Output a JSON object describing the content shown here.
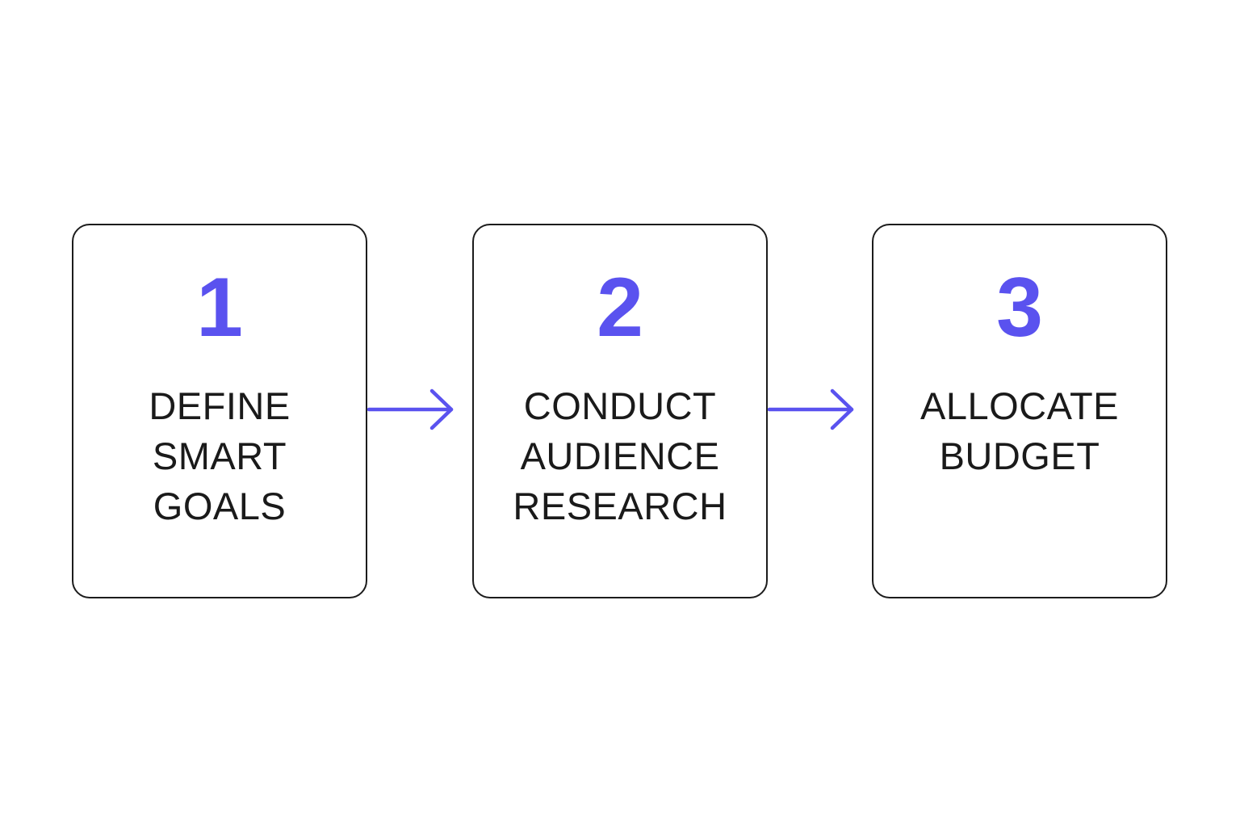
{
  "accent_color": "#5a52ef",
  "steps": [
    {
      "number": "1",
      "label_lines": [
        "DEFINE",
        "SMART",
        "GOALS"
      ]
    },
    {
      "number": "2",
      "label_lines": [
        "CONDUCT",
        "AUDIENCE",
        "RESEARCH"
      ]
    },
    {
      "number": "3",
      "label_lines": [
        "ALLOCATE",
        "BUDGET"
      ]
    }
  ],
  "connectors": [
    {
      "from": "1",
      "to": "2",
      "icon": "arrow-right-icon"
    },
    {
      "from": "2",
      "to": "3",
      "icon": "arrow-right-icon"
    }
  ]
}
